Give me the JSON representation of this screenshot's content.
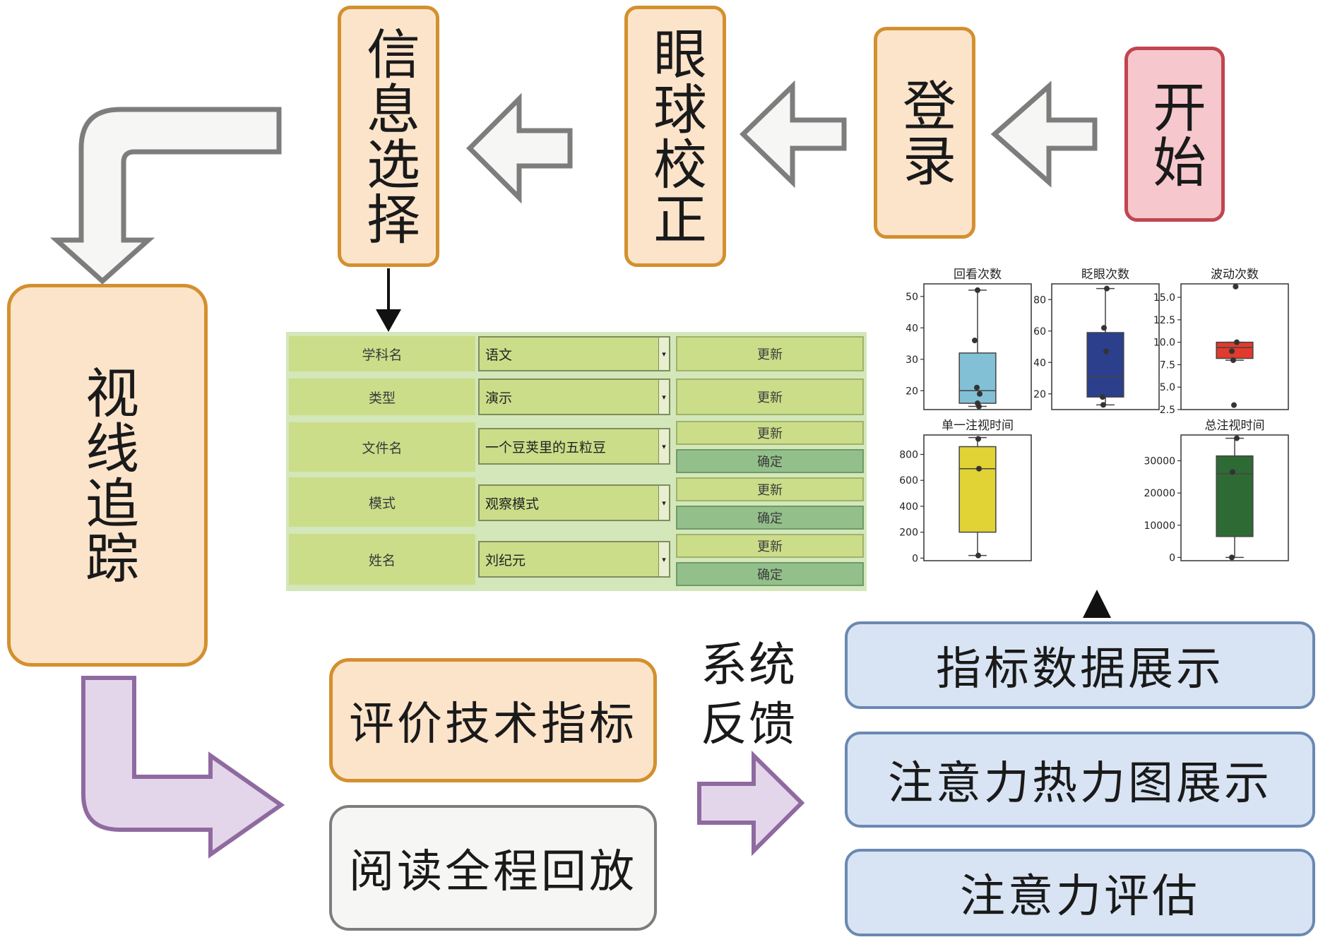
{
  "flow": {
    "start": "开始",
    "login": "登录",
    "calibration": "眼球校正",
    "info_select": "信息选择",
    "gaze_tracking": "视线追踪",
    "eval_metrics": "评价技术指标",
    "replay": "阅读全程回放",
    "feedback": "系统反馈",
    "outputs": [
      "指标数据展示",
      "注意力热力图展示",
      "注意力评估"
    ]
  },
  "form": {
    "rows": [
      {
        "label": "学科名",
        "value": "语文",
        "buttons": [
          "更新"
        ]
      },
      {
        "label": "类型",
        "value": "演示",
        "buttons": [
          "更新"
        ]
      },
      {
        "label": "文件名",
        "value": "一个豆荚里的五粒豆",
        "buttons": [
          "更新",
          "确定"
        ]
      },
      {
        "label": "模式",
        "value": "观察模式",
        "buttons": [
          "更新",
          "确定"
        ]
      },
      {
        "label": "姓名",
        "value": "刘纪元",
        "buttons": [
          "更新",
          "确定"
        ]
      }
    ]
  },
  "chart_data": [
    {
      "type": "box",
      "title": "回看次数",
      "color": "#82c0d6",
      "yticks": [
        20,
        30,
        40,
        50
      ],
      "ylim": [
        14,
        54
      ],
      "whisker_low": 15,
      "q1": 16,
      "median": 20,
      "q3": 32,
      "whisker_high": 52,
      "points": [
        15,
        16,
        19,
        21,
        36,
        52
      ]
    },
    {
      "type": "box",
      "title": "眨眼次数",
      "color": "#2b3f8c",
      "yticks": [
        20,
        40,
        60,
        80
      ],
      "ylim": [
        10,
        90
      ],
      "whisker_low": 13,
      "q1": 18,
      "median": 31,
      "q3": 59,
      "whisker_high": 87,
      "points": [
        13,
        18,
        47,
        62,
        87
      ]
    },
    {
      "type": "box",
      "title": "波动次数",
      "color": "#e23a2c",
      "yticks": [
        2.5,
        5.0,
        7.5,
        10.0,
        12.5,
        15.0
      ],
      "ytick_labels": [
        "2.5",
        "5.0",
        "7.5",
        "10.0",
        "12.5",
        "15.0"
      ],
      "ylim": [
        2.5,
        16.5
      ],
      "whisker_low": 8,
      "q1": 8.2,
      "median": 9.4,
      "q3": 10.0,
      "whisker_high": 10.0,
      "points": [
        3,
        8,
        9,
        10,
        16.2
      ]
    },
    {
      "type": "box",
      "title": "单一注视时间",
      "color": "#e1d235",
      "yticks": [
        0,
        200,
        400,
        600,
        800
      ],
      "ylim": [
        -20,
        950
      ],
      "whisker_low": 20,
      "q1": 200,
      "median": 690,
      "q3": 860,
      "whisker_high": 930,
      "points": [
        20,
        690,
        920
      ]
    },
    {
      "type": "box",
      "title": "总注视时间",
      "color": "#2e6a34",
      "yticks": [
        0,
        10000,
        20000,
        30000
      ],
      "ylim": [
        -1000,
        38000
      ],
      "whisker_low": 0,
      "q1": 6500,
      "median": 26000,
      "q3": 31500,
      "whisker_high": 37000,
      "points": [
        0,
        26500,
        37000
      ]
    }
  ]
}
